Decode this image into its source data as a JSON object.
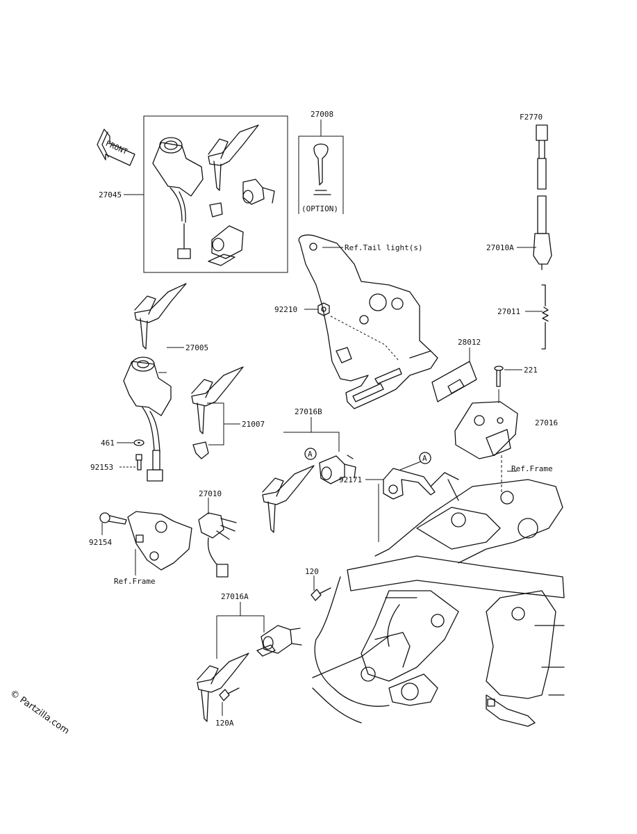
{
  "labels": {
    "front": "FRONT",
    "p27045": "27045",
    "p27008": "27008",
    "p27008_note": "(OPTION)",
    "pF2770": "F2770",
    "ref_taillight": "Ref.Tail light(s)",
    "p27010A": "27010A",
    "p92210": "92210",
    "p27011": "27011",
    "p28012": "28012",
    "p221": "221",
    "p27005": "27005",
    "p27016": "27016",
    "p27016B": "27016B",
    "p21007": "21007",
    "circleA1": "A",
    "circleA2": "A",
    "p461": "461",
    "p92171": "92171",
    "ref_frame1": "Ref.Frame",
    "p92153": "92153",
    "p27010": "27010",
    "p92154": "92154",
    "ref_frame2": "Ref.Frame",
    "p120": "120",
    "p27016A": "27016A",
    "p120A": "120A"
  },
  "watermark": "© Partzilla.com"
}
